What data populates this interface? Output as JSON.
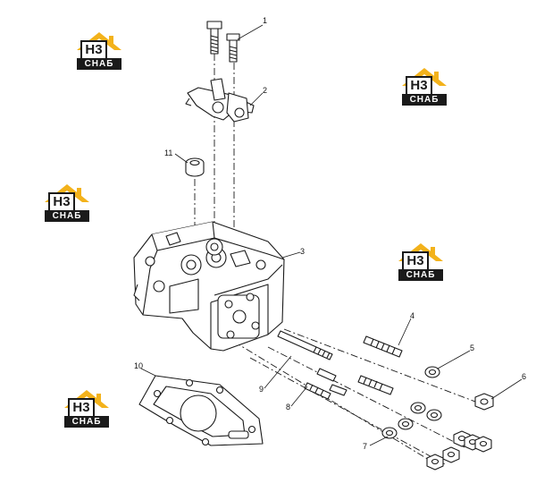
{
  "logo": {
    "mark": "H3",
    "sub": "СНАБ",
    "color_yellow": "#f3b21b",
    "color_dark": "#1a1a1a"
  },
  "callouts": [
    "1",
    "2",
    "3",
    "4",
    "5",
    "6",
    "7",
    "8",
    "9",
    "10",
    "11"
  ]
}
